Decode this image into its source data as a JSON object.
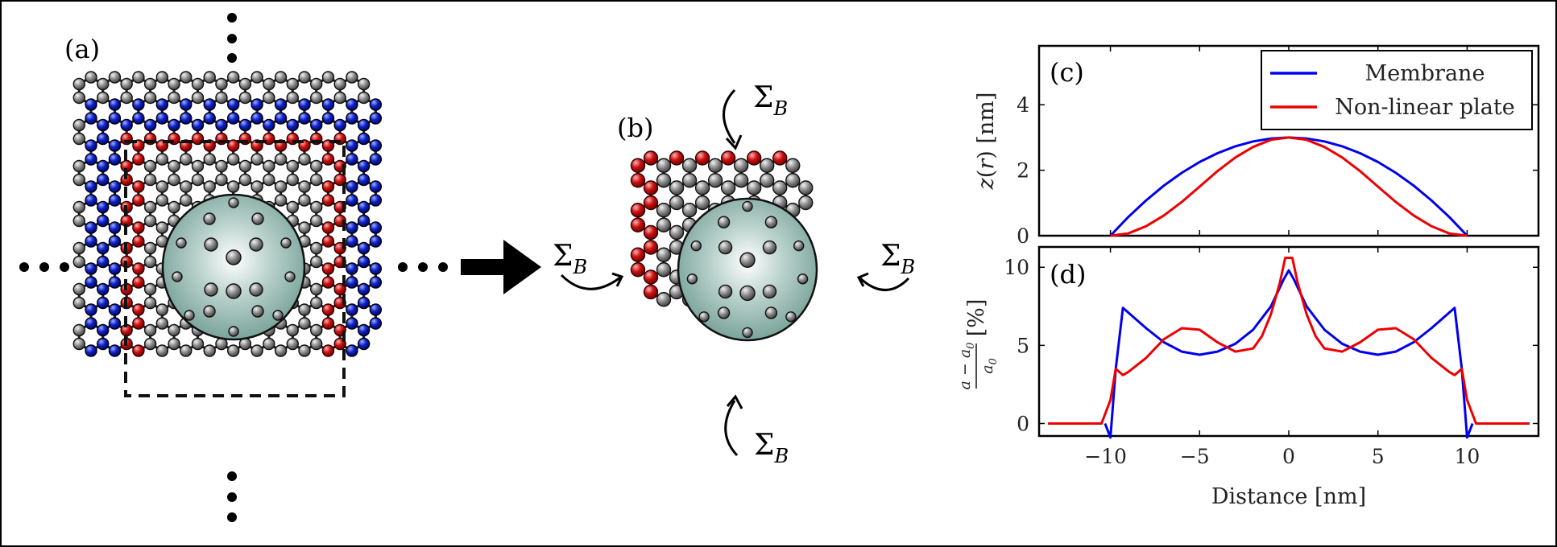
{
  "panels": {
    "a": "(a)",
    "b": "(b)",
    "c": "(c)",
    "d": "(d)"
  },
  "annotations": {
    "sigma": "Σ",
    "sigma_sub": "B"
  },
  "colors": {
    "membrane": "#0000ee",
    "plate": "#ee0000",
    "atom_red": "#cc1111",
    "atom_blue": "#1122cc",
    "atom_gray": "#777777",
    "nanoparticle": "#7aa59c"
  },
  "chart_data": [
    {
      "type": "line",
      "panel": "c",
      "ylabel": "z(r) [nm]",
      "xlim": [
        -14,
        14
      ],
      "ylim": [
        0,
        5.8
      ],
      "yticks": [
        0,
        2,
        4
      ],
      "legend": {
        "placement": "top-right",
        "entries": [
          "Membrane",
          "Non-linear plate"
        ]
      },
      "series": [
        {
          "name": "Membrane",
          "x": [
            -10,
            -9,
            -8,
            -7,
            -6,
            -5,
            -4,
            -3,
            -2,
            -1,
            0,
            1,
            2,
            3,
            4,
            5,
            6,
            7,
            8,
            9,
            10
          ],
          "y": [
            0.0,
            0.57,
            1.08,
            1.53,
            1.92,
            2.25,
            2.52,
            2.73,
            2.88,
            2.97,
            3.0,
            2.97,
            2.88,
            2.73,
            2.52,
            2.25,
            1.92,
            1.53,
            1.08,
            0.57,
            0.0
          ]
        },
        {
          "name": "Non-linear plate",
          "x": [
            -10,
            -9,
            -8,
            -7,
            -6,
            -5,
            -4,
            -3,
            -2,
            -1,
            0,
            1,
            2,
            3,
            4,
            5,
            6,
            7,
            8,
            9,
            10
          ],
          "y": [
            0.0,
            0.07,
            0.29,
            0.62,
            1.03,
            1.5,
            1.97,
            2.39,
            2.71,
            2.93,
            3.0,
            2.93,
            2.71,
            2.39,
            1.97,
            1.5,
            1.03,
            0.62,
            0.29,
            0.07,
            0.0
          ]
        }
      ]
    },
    {
      "type": "line",
      "panel": "d",
      "xlabel": "Distance [nm]",
      "ylabel": "(a−a₀)/a₀ [%]",
      "ylabel_parts": {
        "num": "a − a",
        "num_sub": "0",
        "den": "a",
        "den_sub": "0",
        "unit": "[%]"
      },
      "xlim": [
        -14,
        14
      ],
      "ylim": [
        -0.8,
        11.3
      ],
      "xticks": [
        -10,
        -5,
        0,
        5,
        10
      ],
      "yticks": [
        0,
        5,
        10
      ],
      "series": [
        {
          "name": "Membrane",
          "x": [
            -10.3,
            -10,
            -9.7,
            -9.3,
            -8,
            -7,
            -6,
            -5,
            -4,
            -3,
            -2,
            -1,
            -0.3,
            0,
            0.3,
            1,
            2,
            3,
            4,
            5,
            6,
            7,
            8,
            9.3,
            9.7,
            10,
            10.3
          ],
          "y": [
            0,
            -0.9,
            3.5,
            7.4,
            6.1,
            5.2,
            4.6,
            4.4,
            4.6,
            5.1,
            6.0,
            7.5,
            9.2,
            9.8,
            9.2,
            7.5,
            6.0,
            5.1,
            4.6,
            4.4,
            4.6,
            5.2,
            6.1,
            7.4,
            3.5,
            -0.9,
            0
          ]
        },
        {
          "name": "Non-linear plate",
          "x": [
            -13.5,
            -10.5,
            -10,
            -9.7,
            -9.3,
            -9,
            -8,
            -7,
            -6,
            -5,
            -4,
            -3,
            -2,
            -1.5,
            -1,
            -0.5,
            -0.2,
            0.2,
            0.5,
            1,
            1.5,
            2,
            3,
            4,
            5,
            6,
            7,
            8,
            9,
            9.3,
            9.7,
            10,
            10.5,
            13.5
          ],
          "y": [
            0,
            0,
            1.5,
            3.5,
            3.1,
            3.3,
            4.2,
            5.4,
            6.1,
            6.0,
            5.2,
            4.6,
            4.8,
            5.6,
            7.0,
            9.0,
            10.6,
            10.6,
            9.0,
            7.0,
            5.6,
            4.8,
            4.6,
            5.2,
            6.0,
            6.1,
            5.4,
            4.2,
            3.3,
            3.1,
            3.5,
            1.5,
            0,
            0
          ]
        }
      ]
    }
  ]
}
